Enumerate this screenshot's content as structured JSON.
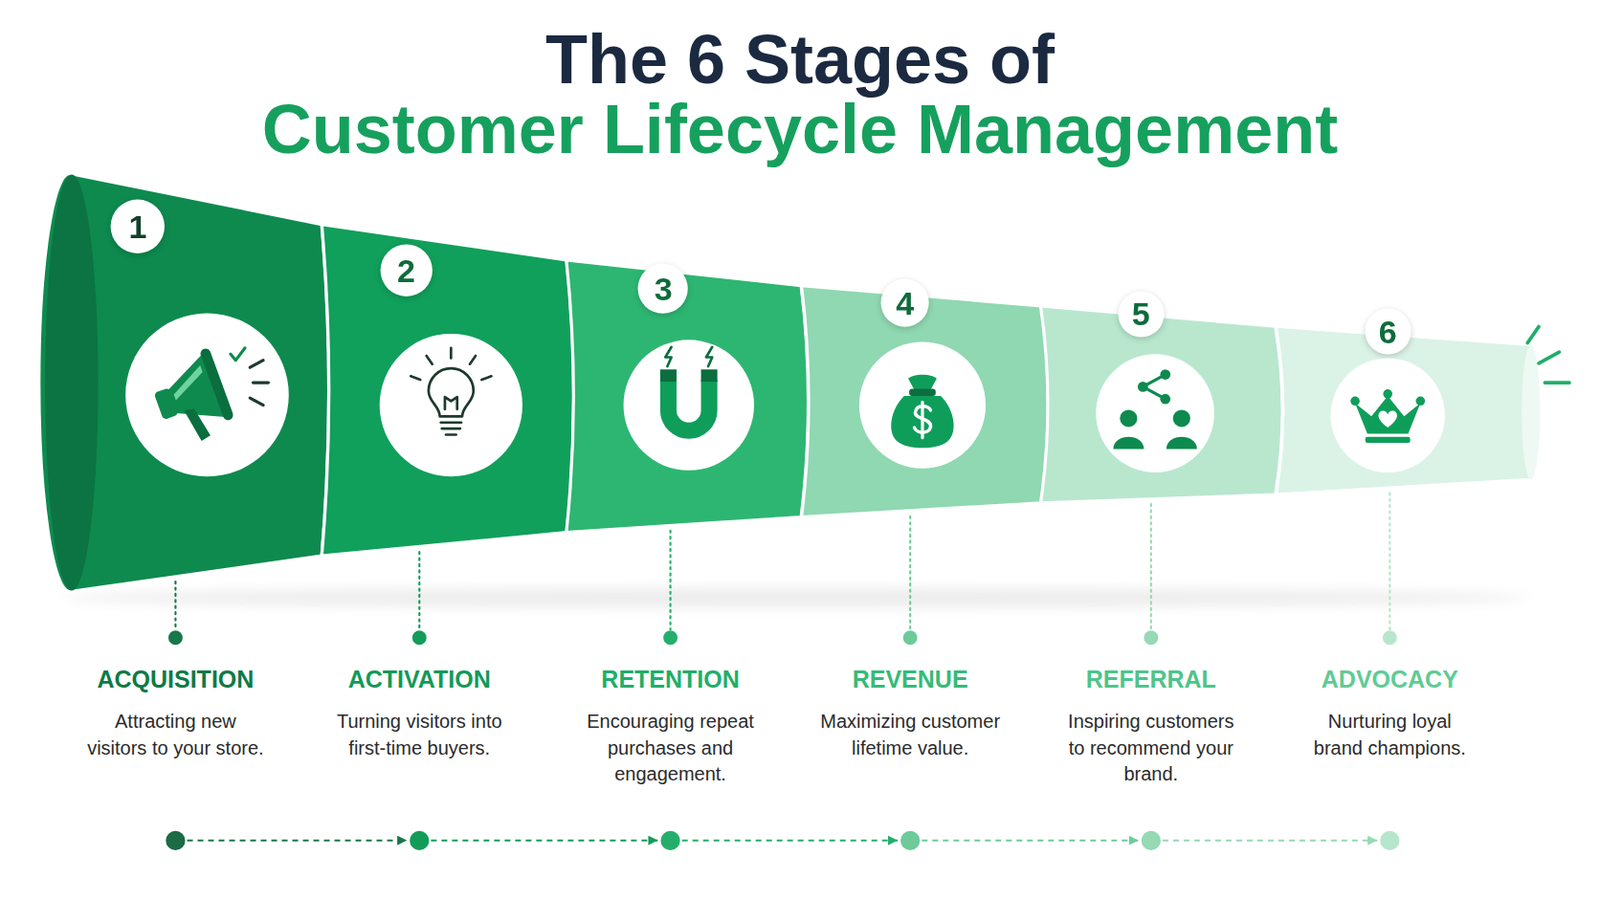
{
  "diagram": {
    "title": "The 6 Stages of",
    "nodes": [
      {
        "text": [
          "ACQUISITION",
          "Attracting new visitors to your store."
        ]
      },
      {
        "text": [
          "1"
        ],
        "in": 0
      },
      {
        "text": [
          "ACTIVATION",
          "Turning visitors into first-time buyers."
        ]
      },
      {
        "text": [
          "2"
        ],
        "in": 2
      },
      {
        "text": [
          "RETENTION",
          "Encouraging repeat purchases and engagement."
        ]
      },
      {
        "text": [
          "3"
        ],
        "in": 4
      },
      {
        "text": [
          "REVENUE",
          "Maximizing customer lifetime value."
        ]
      },
      {
        "text": [
          "4"
        ],
        "in": 6
      },
      {
        "text": [
          "REFERRAL",
          "Inspiring customers to recommend your brand."
        ]
      },
      {
        "text": [
          "5"
        ],
        "in": 8
      },
      {
        "text": [
          "ADVOCACY",
          "Nurturing loyal brand champions."
        ]
      },
      {
        "text": [
          "6"
        ],
        "in": 10
      }
    ],
    "edges": [
      {
        "from": 0,
        "to": 2,
        "arrow": "to"
      },
      {
        "from": 2,
        "to": 4,
        "arrow": "to"
      },
      {
        "from": 4,
        "to": 6,
        "arrow": "to"
      },
      {
        "from": 6,
        "to": 8,
        "arrow": "to"
      },
      {
        "from": 8,
        "to": 10,
        "arrow": "to"
      }
    ],
    "labels": [
      "Customer Lifecycle Management"
    ]
  }
}
